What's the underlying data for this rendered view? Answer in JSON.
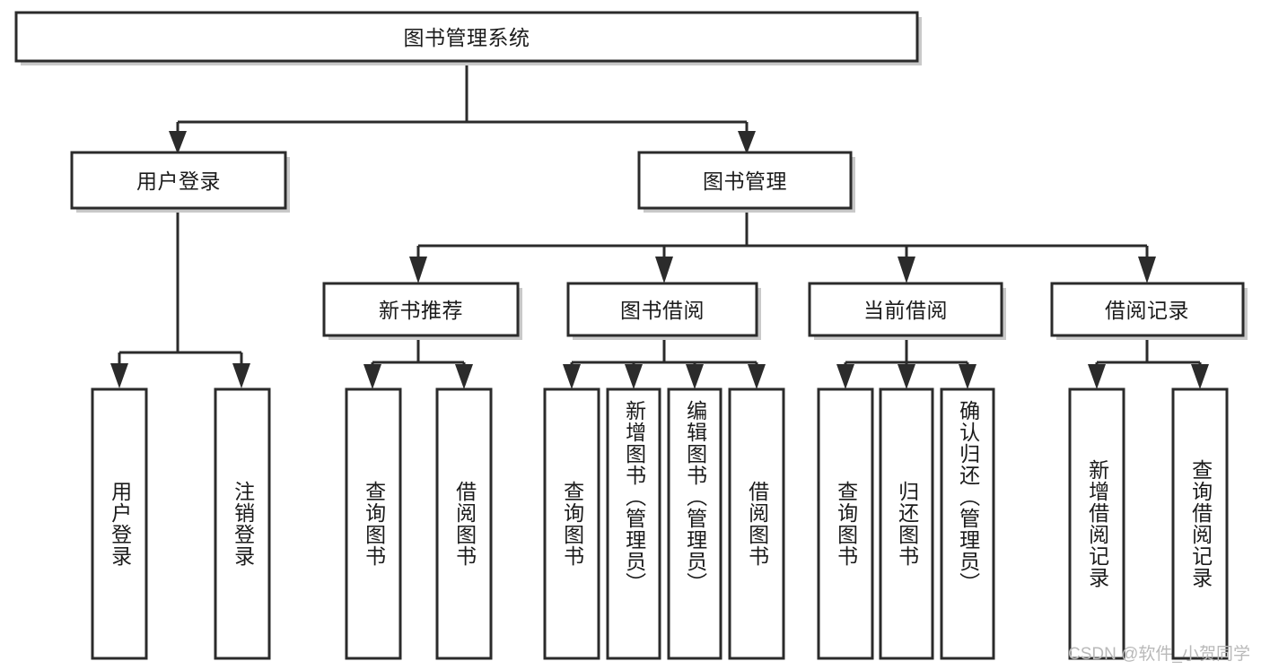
{
  "diagram": {
    "type": "hierarchy-tree",
    "title": "图书管理系统",
    "watermark": "CSDN @软件_小贺同学",
    "colors": {
      "stroke": "#2b2b2b",
      "fill": "#ffffff",
      "text": "#1b1b1b",
      "shadow": "#c9c9c9",
      "watermark": "#b9b9b9"
    },
    "levels": {
      "root": "图书管理系统",
      "level1": [
        "用户登录",
        "图书管理"
      ],
      "level2": [
        "新书推荐",
        "图书借阅",
        "当前借阅",
        "借阅记录"
      ]
    },
    "nodes": {
      "root": {
        "label": "图书管理系统"
      },
      "user_login": {
        "label": "用户登录"
      },
      "book_manage": {
        "label": "图书管理"
      },
      "new_book_rec": {
        "label": "新书推荐"
      },
      "book_borrow": {
        "label": "图书借阅"
      },
      "current_borrow": {
        "label": "当前借阅"
      },
      "borrow_record": {
        "label": "借阅记录"
      },
      "leaf_user_login": {
        "label": "用户登录"
      },
      "leaf_logout": {
        "label": "注销登录"
      },
      "leaf_query_book_1": {
        "label": "查询图书"
      },
      "leaf_borrow_book_1": {
        "label": "借阅图书"
      },
      "leaf_query_book_2": {
        "label": "查询图书"
      },
      "leaf_add_book": {
        "label": "新增图书（管理员）"
      },
      "leaf_edit_book": {
        "label": "编辑图书（管理员）"
      },
      "leaf_borrow_book_2": {
        "label": "借阅图书"
      },
      "leaf_query_book_3": {
        "label": "查询图书"
      },
      "leaf_return_book": {
        "label": "归还图书"
      },
      "leaf_confirm_return": {
        "label": "确认归还（管理员）"
      },
      "leaf_add_record": {
        "label": "新增借阅记录"
      },
      "leaf_query_record": {
        "label": "查询借阅记录"
      }
    },
    "edges": [
      {
        "from": "图书管理系统",
        "to": "用户登录"
      },
      {
        "from": "图书管理系统",
        "to": "图书管理"
      },
      {
        "from": "用户登录",
        "to": "用户登录"
      },
      {
        "from": "用户登录",
        "to": "注销登录"
      },
      {
        "from": "图书管理",
        "to": "新书推荐"
      },
      {
        "from": "图书管理",
        "to": "图书借阅"
      },
      {
        "from": "图书管理",
        "to": "当前借阅"
      },
      {
        "from": "图书管理",
        "to": "借阅记录"
      },
      {
        "from": "新书推荐",
        "to": "查询图书"
      },
      {
        "from": "新书推荐",
        "to": "借阅图书"
      },
      {
        "from": "图书借阅",
        "to": "查询图书"
      },
      {
        "from": "图书借阅",
        "to": "新增图书（管理员）"
      },
      {
        "from": "图书借阅",
        "to": "编辑图书（管理员）"
      },
      {
        "from": "图书借阅",
        "to": "借阅图书"
      },
      {
        "from": "当前借阅",
        "to": "查询图书"
      },
      {
        "from": "当前借阅",
        "to": "归还图书"
      },
      {
        "from": "当前借阅",
        "to": "确认归还（管理员）"
      },
      {
        "from": "借阅记录",
        "to": "新增借阅记录"
      },
      {
        "from": "借阅记录",
        "to": "查询借阅记录"
      }
    ]
  }
}
